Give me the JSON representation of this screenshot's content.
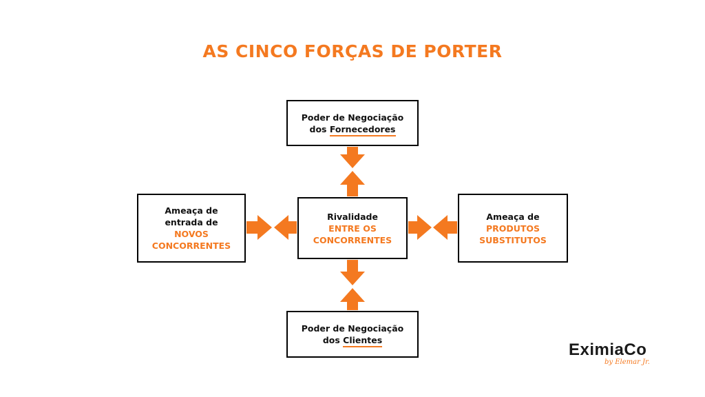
{
  "title": "AS CINCO FORÇAS DE PORTER",
  "colors": {
    "accent": "#f47920",
    "text": "#111111",
    "border": "#000000"
  },
  "boxes": {
    "top": {
      "line1": "Poder de Negociação",
      "line2_plain": "dos ",
      "line2_highlight": "Fornecedores"
    },
    "bottom": {
      "line1": "Poder de Negociação",
      "line2_plain": "dos ",
      "line2_highlight": "Clientes"
    },
    "center": {
      "line1": "Rivalidade",
      "line2": "ENTRE OS",
      "line3": "CONCORRENTES"
    },
    "left": {
      "line1": "Ameaça de",
      "line2": "entrada de",
      "line3": "NOVOS",
      "line4": "CONCORRENTES"
    },
    "right": {
      "line1": "Ameaça de",
      "line2": "PRODUTOS",
      "line3": "SUBSTITUTOS"
    }
  },
  "logo": {
    "main": "EXIMIACO",
    "main_display": "EximiaCo",
    "sub": "by Elemar Jr."
  }
}
